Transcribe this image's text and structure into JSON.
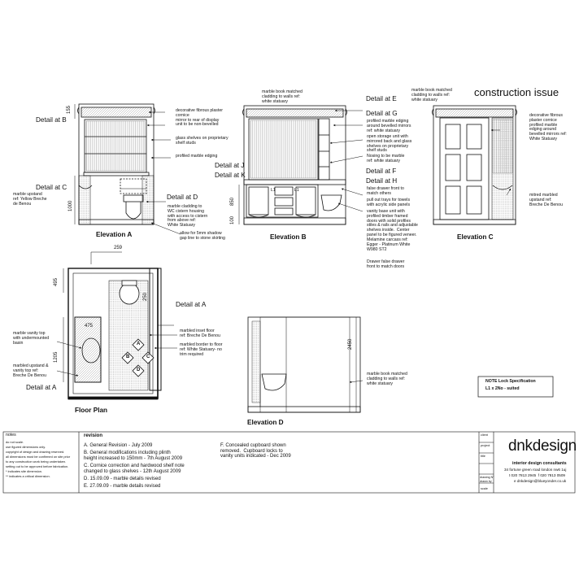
{
  "sheet": {
    "issue_title": "construction issue",
    "views": {
      "elevation_a": "Elevation A",
      "elevation_b": "Elevation B",
      "elevation_c": "Elevation C",
      "elevation_d": "Elevation D",
      "floor_plan": "Floor Plan"
    },
    "details": {
      "a_b": "Detail at B",
      "a_c": "Detail at C",
      "a_d": "Detail at D",
      "b_e": "Detail at E",
      "b_g": "Detail at G",
      "b_j": "Detail at J",
      "b_k": "Detail at K",
      "b_f": "Detail at F",
      "b_h": "Detail at H",
      "fp_a1": "Detail at A",
      "fp_a2": "Detail at A"
    },
    "dims": {
      "a_155": "155",
      "a_1000": "1000",
      "b_850": "850",
      "b_100": "100",
      "fp_259": "259",
      "fp_495": "495",
      "fp_1205": "1205",
      "fp_475": "475",
      "fp_250": "250",
      "d_2450": "2450"
    },
    "notes_a": {
      "plaster": "decorative fibrous plaster\ncornice\nmirror to rear of display\nunit to be non-bevelled",
      "glass": "glass shelves on proprietary\nshelf studs",
      "edging": "profiled marble edging",
      "upstand": "marble upstand\nref: Yellow Breche\nde Benou",
      "cladding": "marble cladding to\nWC cistern housing\nwith access to cistern\nfrom above ref:\nWhite Statuary",
      "shadow": "allow for 5mm shadow\ngap line to stone skirting"
    },
    "notes_b": {
      "top": "marble book matched\ncladding to walls ref:\nwhite statuary",
      "edging": "profiled marble edging\naround bevelled mirrors\nref: white statuary",
      "storage": "open storage unit with\nmirrored back and glass\nshelves on proprietary\nshelf studs",
      "marble_ref": "Nosing to be marble\nref: white statuary",
      "drawer": "false drawer front to\nmatch others",
      "trays": "pull out trays for towels\nwith acrylic side panels",
      "vanity": "vanity base unit with\nprofiled timber framed\ndoors with solid profiles\nstiles & rails and adjustable\nshelves inside.  Center\npanel to be figured veneer.\nMelamine carcass ref:\nEgger - Platinum White\nW980 ST2",
      "drawer2": "Drawer false drawer\nfront to match doors",
      "l1": "L1",
      "l1b": "L1"
    },
    "notes_c": {
      "top": "marble book matched\ncladding to walls ref:\nwhite statuary",
      "plaster": "decorative fibrous\nplaster cornice\nprofiled marble\nedging around\nbevelled mirrors ref:\nWhite Statuary",
      "upstand": "mitred marbled\nupstand ref:\nBreche De Benou"
    },
    "notes_fp": {
      "vanity": "marble vanity top\nwith undermounted\nbasin",
      "upstand": "marbled upstand &\nvanity top ref:\nBreche De Benou",
      "inset": "marbled inset floor\nref: Breche De Benou",
      "border": "marbled border to floor\nref: White Statuary- no\ntrim required",
      "mark_a": "A",
      "mark_b": "B",
      "mark_c": "C",
      "mark_d": "D"
    },
    "notes_d": {
      "cladding": "marble book matched\ncladding to walls ref:\nwhite statuary"
    },
    "lock": {
      "title": "NOTE Lock Specification",
      "body": "L1 x 2No - suited"
    }
  },
  "title_block": {
    "notes_heading": "notes",
    "notes_body": "do not scale.\nuse figured dimensions only.\ncopyright of design and drawing reserved.\nall dimensions must be confirmed on site prior\nto any construction work being undertaken.\nsetting out to be approved before fabrication.\n* indicates site dimension.\n** indicates a critical dimension.",
    "revision_heading": "revision",
    "revisions_left": [
      "A. General Revision - July 2009",
      "B. General modifications including plinth\nheight increased to 150mm - 7th August 2009",
      "C. Cornice correction and hardwood shelf note\nchanged to glass shelves - 12th August 2009",
      "D. 15.09.09 - marble details revised",
      "E. 27.09.09 - marble details revised"
    ],
    "revision_f": "F. Concealed cupboard shown\nremoved.  Cupboard locks to\nvanity units indicated - Dec 2009",
    "fields": {
      "client": "client",
      "project": "project",
      "title": "title",
      "drawing": "drawing N°",
      "drawn_by": "drawn by",
      "scale": "scale"
    },
    "company": {
      "logo": "dnkdesign",
      "tagline": "interior design consultants",
      "address": "34 fortune green road london nw6 1uj",
      "phone": "t 020 7813 2945  f 020 7813 0509",
      "email": "e dnkdesign@blueyonder.co.uk"
    }
  }
}
